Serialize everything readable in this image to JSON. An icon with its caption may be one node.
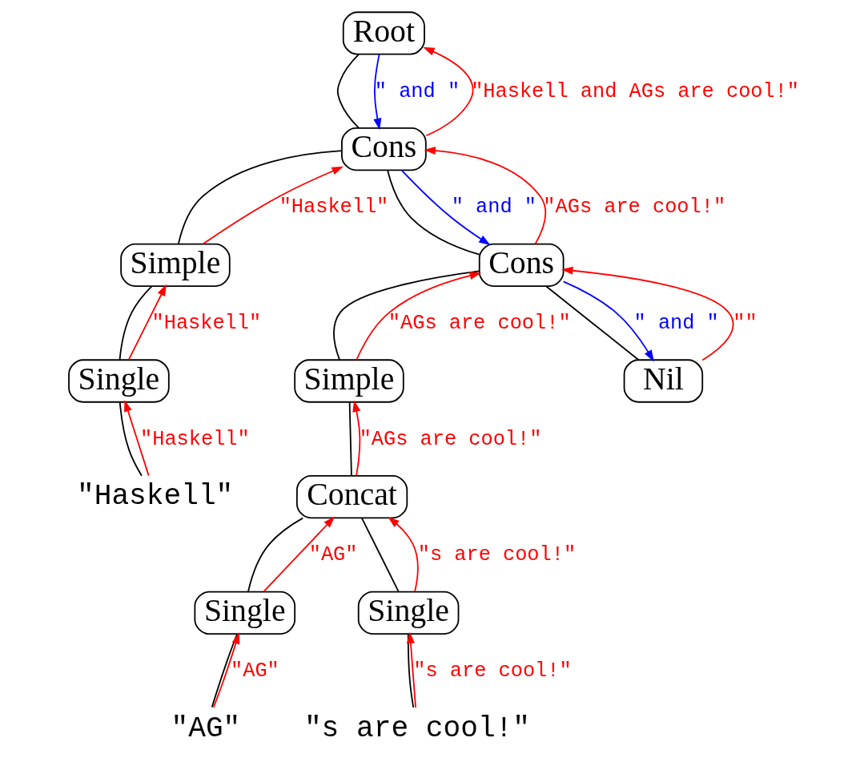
{
  "diagram": {
    "nodes": [
      {
        "text": [
          "Root"
        ]
      },
      {
        "text": [
          "Cons"
        ]
      },
      {
        "text": [
          "Simple"
        ]
      },
      {
        "text": [
          "Cons"
        ]
      },
      {
        "text": [
          "Single"
        ]
      },
      {
        "text": [
          "\"Haskell\""
        ]
      },
      {
        "text": [
          "Simple"
        ]
      },
      {
        "text": [
          "Nil"
        ]
      },
      {
        "text": [
          "Concat"
        ]
      },
      {
        "text": [
          "Single"
        ]
      },
      {
        "text": [
          "Single"
        ]
      },
      {
        "text": [
          "\"AG\""
        ]
      },
      {
        "text": [
          "\"s are cool!\""
        ]
      }
    ],
    "edges": [
      {
        "from": 0,
        "to": 1,
        "arrow": "none"
      },
      {
        "from": 1,
        "to": 0,
        "arrow": "to",
        "label": "\"Haskell and AGs are cool!\"",
        "color": "#ff0000"
      },
      {
        "from": 0,
        "to": 1,
        "arrow": "to",
        "label": "\" and \"",
        "color": "#0000ff"
      },
      {
        "from": 1,
        "to": 2,
        "arrow": "none"
      },
      {
        "from": 2,
        "to": 1,
        "arrow": "to",
        "label": "\"Haskell\"",
        "color": "#ff0000"
      },
      {
        "from": 1,
        "to": 3,
        "arrow": "none"
      },
      {
        "from": 1,
        "to": 3,
        "arrow": "to",
        "label": "\" and \"",
        "color": "#0000ff"
      },
      {
        "from": 3,
        "to": 1,
        "arrow": "to",
        "label": "\"AGs are cool!\"",
        "color": "#ff0000"
      },
      {
        "from": 2,
        "to": 4,
        "arrow": "none"
      },
      {
        "from": 4,
        "to": 2,
        "arrow": "to",
        "label": "\"Haskell\"",
        "color": "#ff0000"
      },
      {
        "from": 4,
        "to": 5,
        "arrow": "none"
      },
      {
        "from": 5,
        "to": 4,
        "arrow": "to",
        "label": "\"Haskell\"",
        "color": "#ff0000"
      },
      {
        "from": 3,
        "to": 6,
        "arrow": "none"
      },
      {
        "from": 6,
        "to": 3,
        "arrow": "to",
        "label": "\"AGs are cool!\"",
        "color": "#ff0000"
      },
      {
        "from": 3,
        "to": 7,
        "arrow": "none"
      },
      {
        "from": 3,
        "to": 7,
        "arrow": "to",
        "label": "\" and \"",
        "color": "#0000ff"
      },
      {
        "from": 7,
        "to": 3,
        "arrow": "to",
        "label": "\"\"",
        "color": "#ff0000"
      },
      {
        "from": 6,
        "to": 8,
        "arrow": "none"
      },
      {
        "from": 8,
        "to": 6,
        "arrow": "to",
        "label": "\"AGs are cool!\"",
        "color": "#ff0000"
      },
      {
        "from": 8,
        "to": 9,
        "arrow": "none"
      },
      {
        "from": 9,
        "to": 8,
        "arrow": "to",
        "label": "\"AG\"",
        "color": "#ff0000"
      },
      {
        "from": 8,
        "to": 10,
        "arrow": "none"
      },
      {
        "from": 10,
        "to": 8,
        "arrow": "to",
        "label": "\"s are cool!\"",
        "color": "#ff0000"
      },
      {
        "from": 9,
        "to": 11,
        "arrow": "none"
      },
      {
        "from": 11,
        "to": 9,
        "arrow": "to",
        "label": "\"AG\"",
        "color": "#ff0000"
      },
      {
        "from": 10,
        "to": 12,
        "arrow": "none"
      },
      {
        "from": 12,
        "to": 10,
        "arrow": "to",
        "label": "\"s are cool!\"",
        "color": "#ff0000"
      }
    ]
  }
}
